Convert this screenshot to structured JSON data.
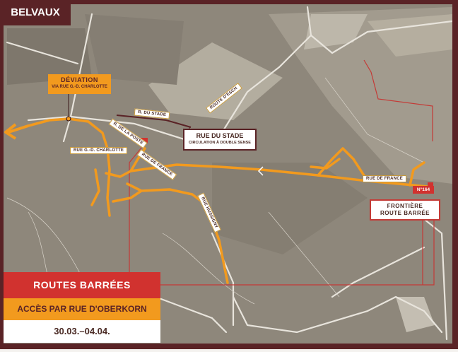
{
  "title": "BELVAUX",
  "deviation": {
    "heading": "DÉVIATION",
    "sub": "VIA RUE G.-D. CHARLOTTE"
  },
  "street_labels": {
    "r_du_stade": "R. DU STADE",
    "r_de_la_poste": "R. DE LA POSTE",
    "route_desch": "ROUTE D'ESCH",
    "rue_gd_charlotte": "RUE G.-D. CHARLOTTE",
    "rue_de_france_west": "RUE DE FRANCE",
    "rue_hussigny": "RUE HUSSIGNY",
    "rue_de_france_east": "RUE DE FRANCE"
  },
  "rue_du_stade_box": {
    "heading": "RUE DU STADE",
    "sub": "CIRCULATION À DOUBLE SENSE"
  },
  "frontier": {
    "badge": "N°164",
    "line1": "FRONTIÈRE",
    "line2": "ROUTE BARRÉE"
  },
  "legend": {
    "closed": "ROUTES BARRÉES",
    "access": "ACCÈS PAR RUE D'OBERKORN",
    "dates": "30.03.–04.04."
  },
  "colors": {
    "frame": "#5a2326",
    "detour": "#f29a1e",
    "closure": "#d1322f",
    "map": "#8e877b"
  }
}
